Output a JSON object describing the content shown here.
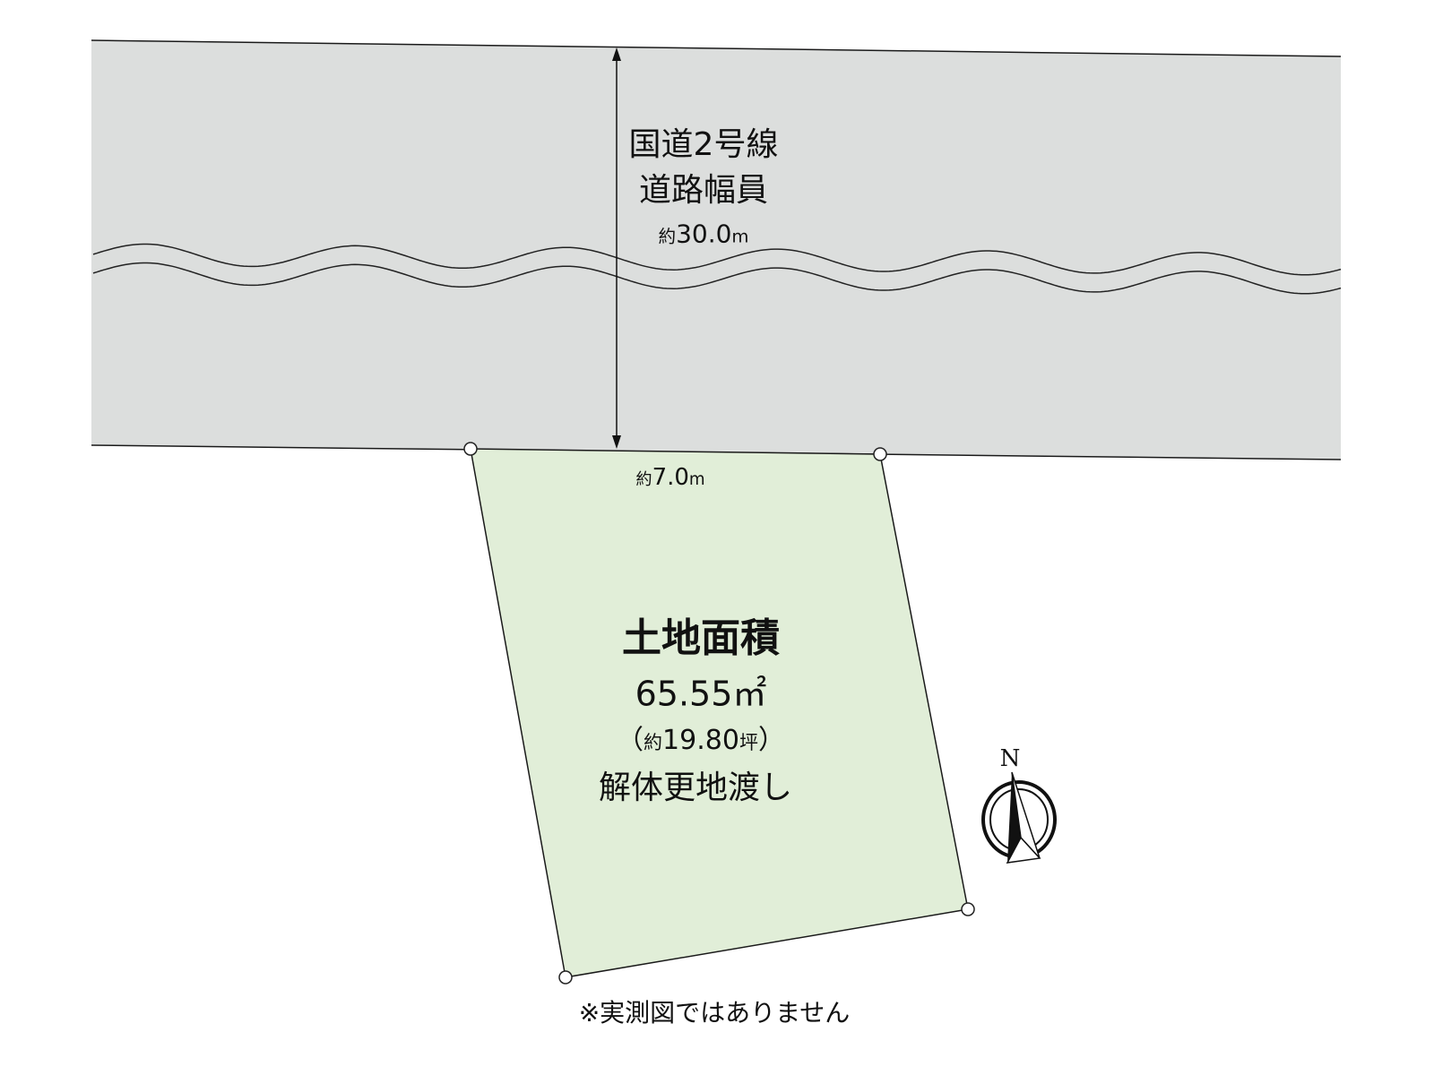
{
  "road": {
    "name": "国道2号線",
    "width_label": "道路幅員",
    "width_prefix": "約",
    "width_value": "30.0",
    "width_unit": "m"
  },
  "frontage": {
    "prefix": "約",
    "value": "7.0",
    "unit": "m"
  },
  "land": {
    "title": "土地面積",
    "area_value": "65.55",
    "area_unit": "㎡",
    "tsubo_open": "（",
    "tsubo_prefix": "約",
    "tsubo_value": "19.80",
    "tsubo_unit": "坪",
    "tsubo_close": "）",
    "condition": "解体更地渡し"
  },
  "compass": {
    "label": "N"
  },
  "note": "※実測図ではありません",
  "colors": {
    "road": "#dcdedd",
    "land": "#e1eed8",
    "line": "#1a1a1a"
  }
}
